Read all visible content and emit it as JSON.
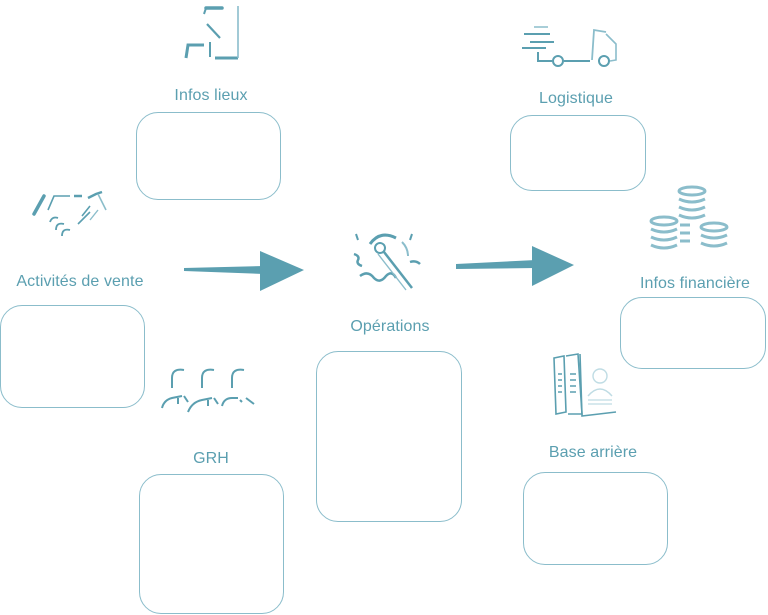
{
  "diagram": {
    "accent_color": "#5b9fb0",
    "box_border_color": "#8bbdcb",
    "nodes": [
      {
        "id": "infos-lieux",
        "label": "Infos lieux",
        "icon": "stairs-climber-icon"
      },
      {
        "id": "logistique",
        "label": "Logistique",
        "icon": "delivery-truck-icon"
      },
      {
        "id": "activites-vente",
        "label": "Activités de vente",
        "icon": "handshake-icon"
      },
      {
        "id": "operations",
        "label": "Opérations",
        "icon": "gear-wrench-icon"
      },
      {
        "id": "infos-financiere",
        "label": "Infos financière",
        "icon": "coin-stacks-icon"
      },
      {
        "id": "grh",
        "label": "GRH",
        "icon": "people-group-icon"
      },
      {
        "id": "base-arriere",
        "label": "Base arrière",
        "icon": "documents-profile-icon"
      }
    ],
    "edges": [
      {
        "from": "activites-vente",
        "to": "operations",
        "style": "arrow"
      },
      {
        "from": "operations",
        "to": "infos-financiere",
        "style": "arrow"
      }
    ]
  }
}
